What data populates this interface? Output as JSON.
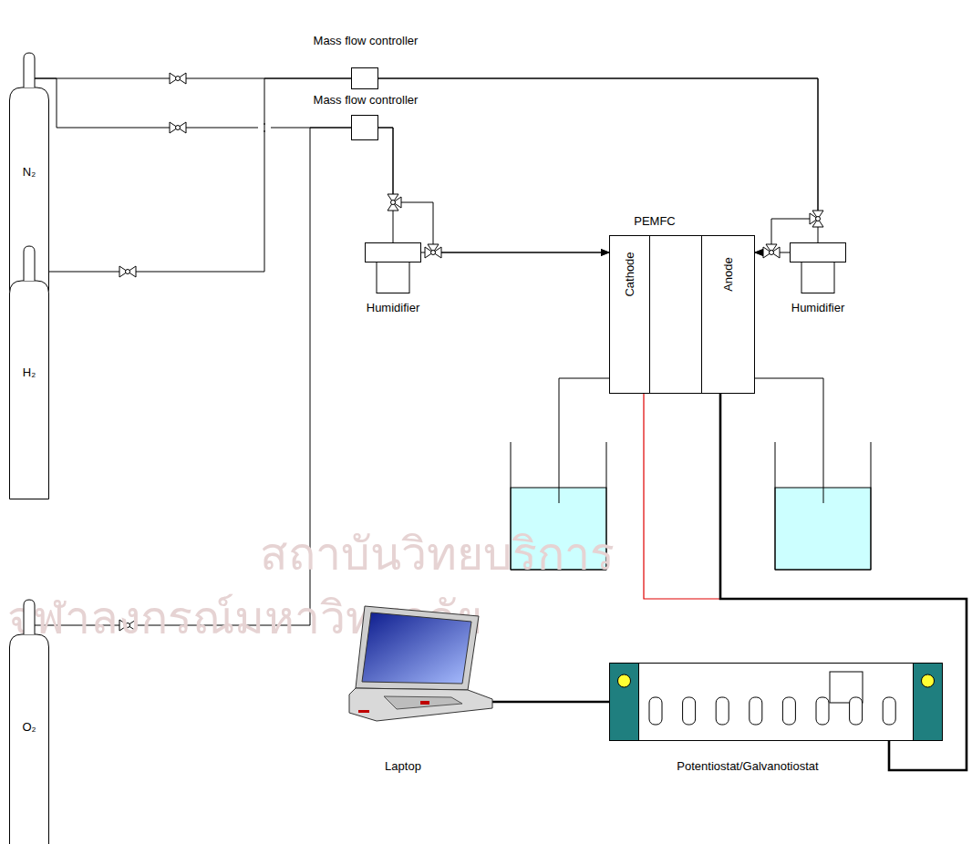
{
  "diagram": {
    "nodes": [
      {
        "text": [
          "Mass flow controller"
        ]
      },
      {
        "text": [
          "Mass flow controller"
        ]
      },
      {
        "text": [
          "N₂"
        ]
      },
      {
        "text": [
          "PEMFC"
        ]
      },
      {
        "text": [
          "Cathode"
        ],
        "in": 3
      },
      {
        "text": [
          "Anode"
        ],
        "in": 3
      },
      {
        "text": [
          "Humidifier"
        ]
      },
      {
        "text": [
          "Humidifier"
        ]
      },
      {
        "text": [
          "H₂"
        ]
      },
      {
        "text": [
          "O₂"
        ]
      },
      {
        "text": [
          "Laptop"
        ]
      },
      {
        "text": [
          "Potentiostat/Galvanotiostat"
        ]
      }
    ],
    "edges": [
      {
        "from": 2,
        "to": 0,
        "arrow": "none"
      },
      {
        "from": 2,
        "to": 1,
        "arrow": "none"
      },
      {
        "from": 8,
        "to": 0,
        "arrow": "none"
      },
      {
        "from": 9,
        "to": 1,
        "arrow": "none"
      },
      {
        "from": 1,
        "to": 6,
        "arrow": "none"
      },
      {
        "from": 6,
        "to": 4,
        "arrow": "to"
      },
      {
        "from": 1,
        "to": 4,
        "arrow": "to"
      },
      {
        "from": 0,
        "to": 7,
        "arrow": "none"
      },
      {
        "from": 7,
        "to": 5,
        "arrow": "to"
      },
      {
        "from": 0,
        "to": 5,
        "arrow": "to"
      },
      {
        "from": 4,
        "to": 11,
        "arrow": "none"
      },
      {
        "from": 5,
        "to": 11,
        "arrow": "none"
      },
      {
        "from": 10,
        "to": 11,
        "arrow": "none"
      }
    ],
    "labels": [
      "สถาบันวิทยบริการ",
      "จุฬาลงกรณ์มหาวิทยาลัย"
    ]
  }
}
